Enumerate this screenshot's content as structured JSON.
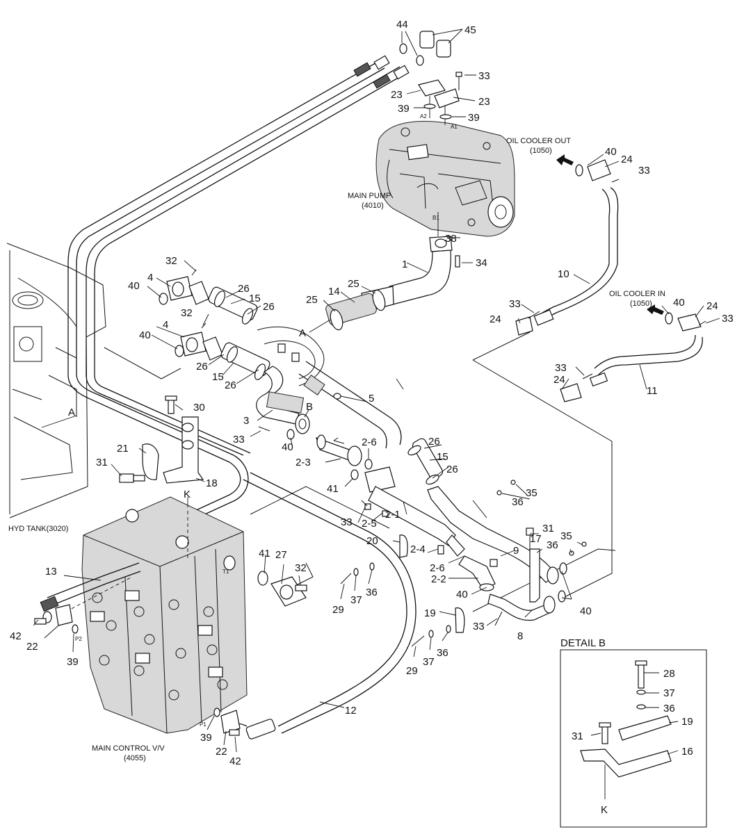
{
  "labels": {
    "main_pump": "MAIN PUMP",
    "main_pump_ref": "(4010)",
    "oil_cooler_out": "OIL COOLER OUT",
    "oil_cooler_out_ref": "(1050)",
    "oil_cooler_in": "OIL COOLER IN",
    "oil_cooler_in_ref": "(1050)",
    "hyd_tank": "HYD TANK(3020)",
    "main_control": "MAIN CONTROL V/V",
    "main_control_ref": "(4055)",
    "detail_b": "DETAIL B"
  },
  "ports": {
    "a1": "A1",
    "a2": "A2",
    "b1": "B1",
    "t1": "T1",
    "p1": "P1",
    "p2": "P2"
  },
  "callouts": {
    "n44": "44",
    "n45": "45",
    "n33a": "33",
    "n23a": "23",
    "n23b": "23",
    "n39a": "39",
    "n39b": "39",
    "n40a": "40",
    "n24a": "24",
    "n33b": "33",
    "n38": "38",
    "n1": "1",
    "n34": "34",
    "n10": "10",
    "n25a": "25",
    "n14": "14",
    "n25b": "25",
    "nA1": "A",
    "n32a": "32",
    "n4a": "4",
    "n40b": "40",
    "n26a": "26",
    "n15a": "15",
    "n26b": "26",
    "n32b": "32",
    "n4b": "4",
    "n40c": "40",
    "n26c": "26",
    "n15b": "15",
    "n26d": "26",
    "n33c": "33",
    "n24b": "24",
    "n40d": "40",
    "n24c": "24",
    "n33d": "33",
    "n5": "5",
    "nB": "B",
    "n3": "3",
    "n33e": "33",
    "n40e": "40",
    "n2_6a": "2-6",
    "n2_3": "2-3",
    "n41a": "41",
    "n26e": "26",
    "n15c": "15",
    "n26f": "26",
    "n33f": "33",
    "n24d": "24",
    "n11": "11",
    "nA2": "A",
    "n30": "30",
    "n21": "21",
    "n31a": "31",
    "n18": "18",
    "nK1": "K",
    "n35a": "35",
    "n36a": "36",
    "n33g": "33",
    "n2_5": "2-5",
    "n2_1": "2-1",
    "n31b": "31",
    "n17": "17",
    "n36b": "36",
    "n35b": "35",
    "n20": "20",
    "n2_4": "2-4",
    "n9": "9",
    "n2_6b": "2-6",
    "n2_2": "2-2",
    "n13": "13",
    "n41b": "41",
    "n27": "27",
    "n32c": "32",
    "n29a": "29",
    "n37a": "37",
    "n36c": "36",
    "n40f": "40",
    "n40g": "40",
    "n19a": "19",
    "n33h": "33",
    "n8": "8",
    "n42a": "42",
    "n22a": "22",
    "n39c": "39",
    "n29b": "29",
    "n37b": "37",
    "n36d": "36",
    "n12": "12",
    "n39d": "39",
    "n22b": "22",
    "n42b": "42",
    "n28": "28",
    "n37c": "37",
    "n36e": "36",
    "n19b": "19",
    "n31c": "31",
    "n16": "16",
    "nK2": "K"
  }
}
